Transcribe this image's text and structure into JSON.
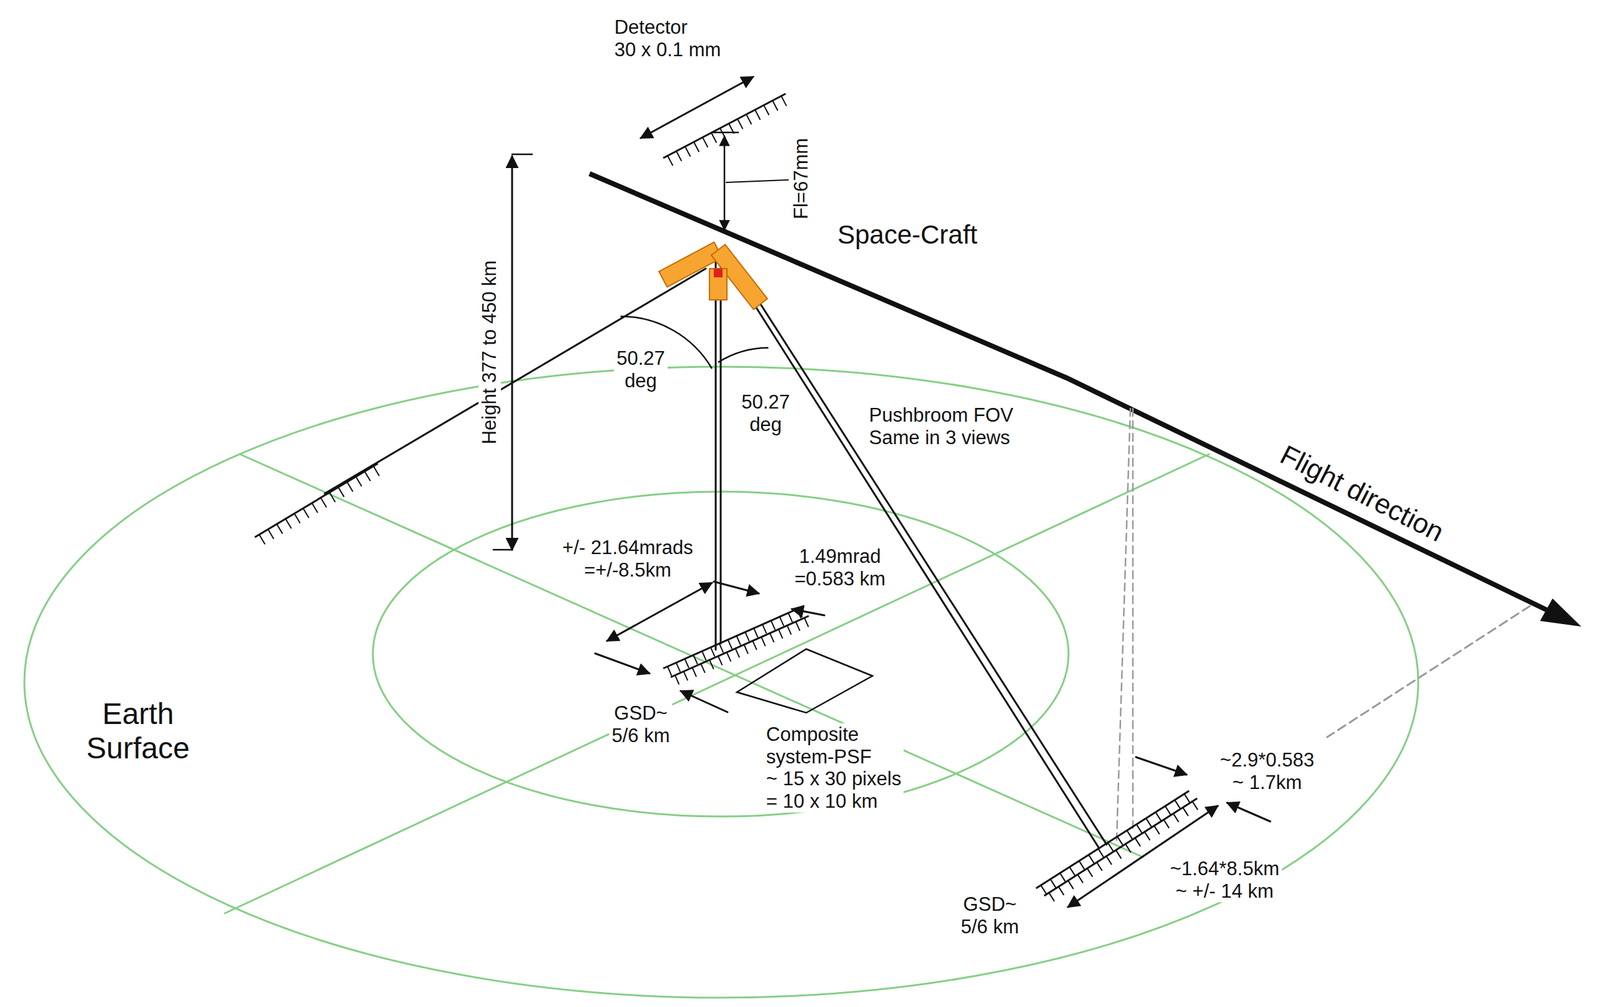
{
  "diagram": {
    "labels": [
      "Detector 30 x 0.1 mm",
      "Fl=67mm",
      "Space-Craft",
      "Height 377 to 450 km",
      "50.27 deg",
      "50.27 deg",
      "Pushbroom FOV Same in 3 views",
      "Flight direction",
      "Earth Surface",
      "+/- 21.64mrads =+/-8.5km",
      "1.49mrad =0.583 km",
      "GSD~ 5/6 km",
      "Composite system-PSF ~ 15 x 30 pixels = 10 x 10 km",
      "~2.9*0.583 ~ 1.7km",
      "~1.64*8.5km ~ +/- 14 km",
      "GSD~ 5/6 km"
    ]
  }
}
